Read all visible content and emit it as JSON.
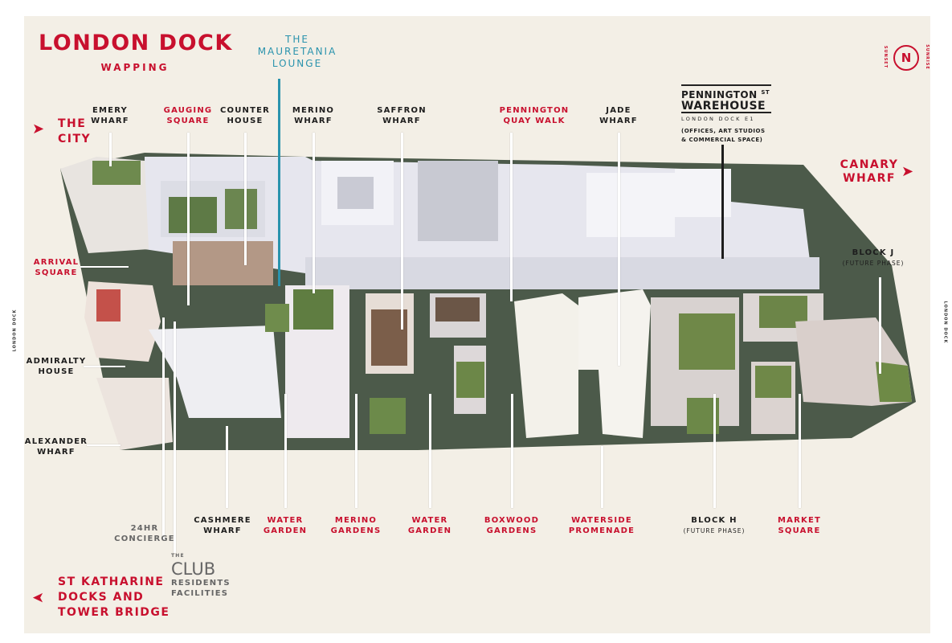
{
  "title": "LONDON DOCK",
  "subtitle": "WAPPING",
  "side_label": "LONDON DOCK",
  "compass": {
    "letter": "N",
    "left": "SUNSET",
    "right": "SUNRISE"
  },
  "directions": {
    "city": "THE CITY",
    "canary": [
      "CANARY",
      "WHARF"
    ],
    "katharine": [
      "ST KATHARINE",
      "DOCKS AND",
      "TOWER BRIDGE"
    ]
  },
  "mauretania": [
    "THE",
    "MAURETANIA",
    "LOUNGE"
  ],
  "warehouse": {
    "line1": "PENNINGTON",
    "st": "ST",
    "line2": "WAREHOUSE",
    "line3": "LONDON DOCK E1",
    "desc": [
      "(OFFICES, ART STUDIOS",
      "& COMMERCIAL SPACE)"
    ]
  },
  "top_labels": [
    {
      "l1": "EMERY",
      "l2": "WHARF"
    },
    {
      "l1": "GAUGING",
      "l2": "SQUARE"
    },
    {
      "l1": "COUNTER",
      "l2": "HOUSE"
    },
    {
      "l1": "MERINO",
      "l2": "WHARF"
    },
    {
      "l1": "SAFFRON",
      "l2": "WHARF"
    },
    {
      "l1": "PENNINGTON",
      "l2": "QUAY WALK"
    },
    {
      "l1": "JADE",
      "l2": "WHARF"
    }
  ],
  "left_labels": [
    {
      "l1": "ARRIVAL",
      "l2": "SQUARE"
    },
    {
      "l1": "ADMIRALTY",
      "l2": "HOUSE"
    },
    {
      "l1": "ALEXANDER",
      "l2": "WHARF"
    }
  ],
  "block_j": {
    "name": "BLOCK J",
    "note": "(FUTURE PHASE)"
  },
  "block_h": {
    "name": "BLOCK H",
    "note": "(FUTURE PHASE)"
  },
  "concierge": [
    "24HR",
    "CONCIERGE"
  ],
  "club": {
    "the": "THE",
    "name": "CLUB",
    "desc": [
      "RESIDENTS",
      "FACILITIES"
    ]
  },
  "bottom_labels": [
    {
      "l1": "CASHMERE",
      "l2": "WHARF"
    },
    {
      "l1": "WATER",
      "l2": "GARDEN"
    },
    {
      "l1": "MERINO",
      "l2": "GARDENS"
    },
    {
      "l1": "WATER",
      "l2": "GARDEN"
    },
    {
      "l1": "BOXWOOD",
      "l2": "GARDENS"
    },
    {
      "l1": "WATERSIDE",
      "l2": "PROMENADE"
    },
    {
      "l1": "MARKET",
      "l2": "SQUARE"
    }
  ],
  "colors": {
    "background": "#f3efe6",
    "red": "#c8102e",
    "teal": "#2a93ad"
  }
}
